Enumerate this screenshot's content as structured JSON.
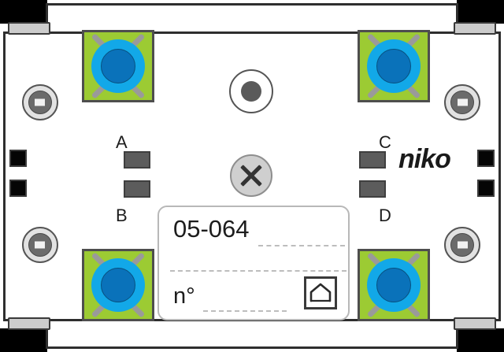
{
  "product": {
    "brand": "niko",
    "label_card": {
      "code": "05-064",
      "number_prefix": "n°",
      "house_icon": "house-icon"
    },
    "terminal_labels": {
      "a": "A",
      "b": "B",
      "c": "C",
      "d": "D"
    },
    "colors": {
      "terminal_green": "#9ccb33",
      "screw_blue_outer": "#12a8e8",
      "screw_blue_inner": "#0a72ba",
      "body_white": "#ffffff",
      "frame_dark": "#2e2e2e",
      "contact_black": "#050505",
      "gray_rect": "#5c5c5c",
      "label_border": "#b8b8b8",
      "dash_gray": "#bdbdbd",
      "corner_tab": "#cccccc"
    },
    "parts": {
      "blue_terminal_screw": "blue-terminal-screw",
      "slotted_screw": "slotted-screw-terminal",
      "black_contact": "black-contact-square",
      "gray_contact": "gray-contact-rect",
      "indicator_dot": "indicator-dot",
      "cross_marker": "cross-marker",
      "mounting_tab": "mounting-tab"
    }
  }
}
